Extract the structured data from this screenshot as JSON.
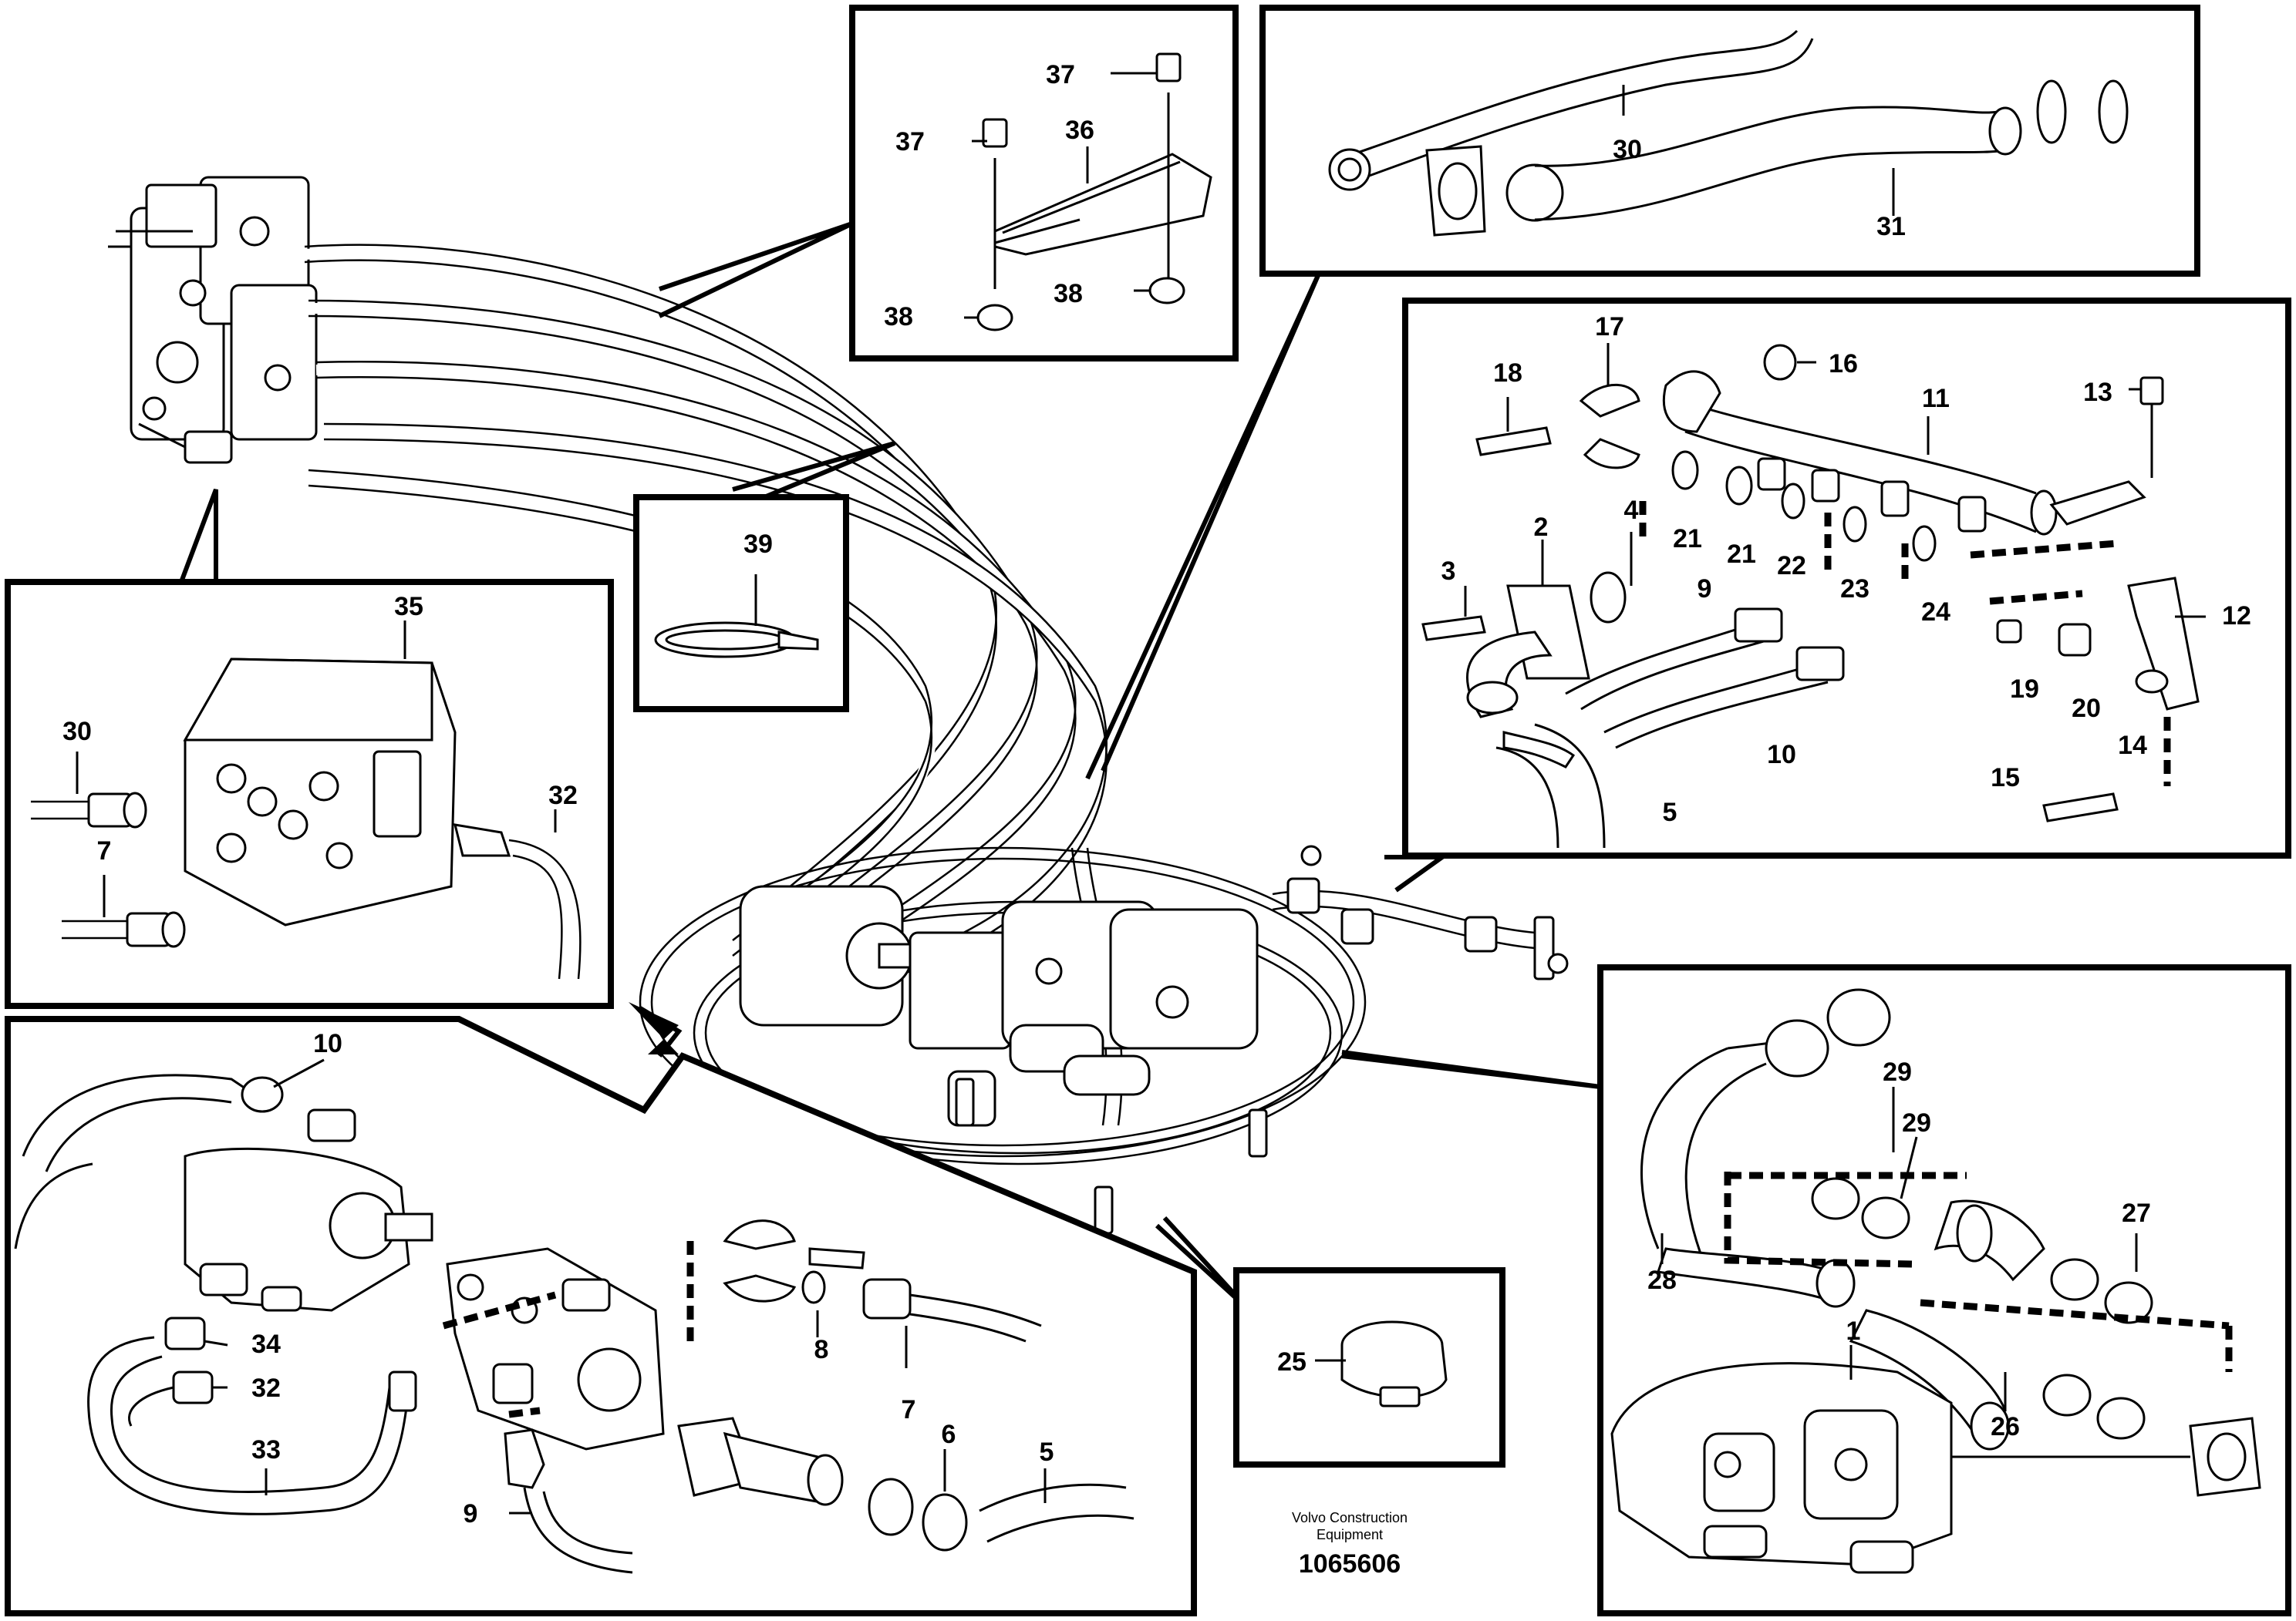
{
  "caption": {
    "line1": "Volvo Construction",
    "line2": "Equipment",
    "doc_number": "1065606"
  },
  "callouts": {
    "c1": "1",
    "c2": "2",
    "c3": "3",
    "c4": "4",
    "c5": "5",
    "c6": "6",
    "c7": "7",
    "c8": "8",
    "c9": "9",
    "c10": "10",
    "c11": "11",
    "c12": "12",
    "c13": "13",
    "c14": "14",
    "c15": "15",
    "c16": "16",
    "c17": "17",
    "c18": "18",
    "c19": "19",
    "c20": "20",
    "c21": "21",
    "c22": "22",
    "c23": "23",
    "c24": "24",
    "c25": "25",
    "c26": "26",
    "c27": "27",
    "c28": "28",
    "c29": "29",
    "c30": "30",
    "c31": "31",
    "c32": "32",
    "c33": "33",
    "c34": "34",
    "c35": "35",
    "c36": "36",
    "c37": "37",
    "c38": "38",
    "c39": "39"
  }
}
